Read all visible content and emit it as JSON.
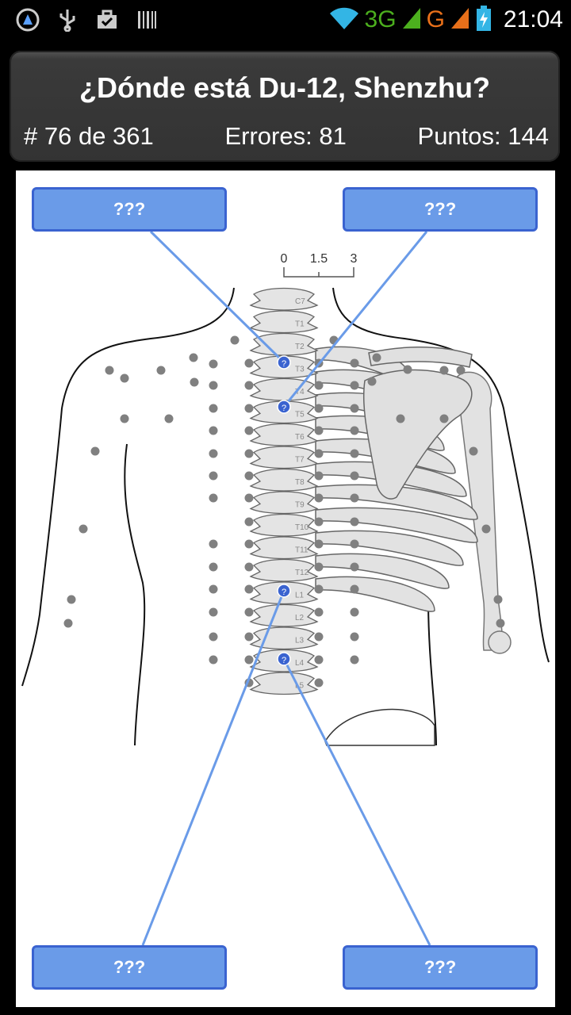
{
  "status_bar": {
    "icons_left": [
      "app-icon",
      "usb-icon",
      "briefcase-icon",
      "barcode-icon"
    ],
    "network_3g": "3G",
    "network_g": "G",
    "time": "21:04"
  },
  "header": {
    "question": "¿Dónde está Du-12, Shenzhu?",
    "counter": "# 76 de 361",
    "errors": "Errores: 81",
    "points": "Puntos: 144"
  },
  "scale": {
    "labels": [
      "0",
      "1.5",
      "3"
    ]
  },
  "vertebrae": [
    "C7",
    "T1",
    "T2",
    "T3",
    "T4",
    "T5",
    "T6",
    "T7",
    "T8",
    "T9",
    "T10",
    "T11",
    "T12",
    "L1",
    "L2",
    "L3",
    "L4",
    "L5"
  ],
  "answers": {
    "top_left": "???",
    "top_right": "???",
    "bottom_left": "???",
    "bottom_right": "???"
  },
  "colors": {
    "answer_fill": "#6a9be8",
    "answer_border": "#3a63d0",
    "line": "#6a9be8",
    "dot": "#808080"
  }
}
